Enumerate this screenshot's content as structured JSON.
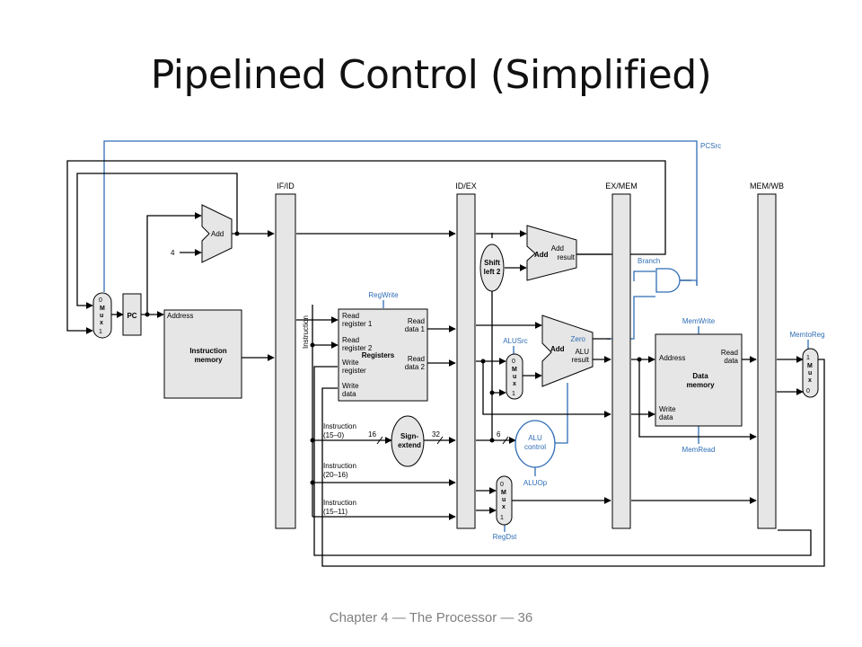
{
  "slide": {
    "title": "Pipelined Control (Simplified)",
    "footer": "Chapter 4 — The Processor — 36"
  },
  "colors": {
    "wire": "#000000",
    "control": "#2f6db5",
    "unit_fill": "#e6e6e6",
    "background": "#ffffff"
  },
  "diagram": {
    "pipeline_registers": [
      "IF/ID",
      "ID/EX",
      "EX/MEM",
      "MEM/WB"
    ],
    "mux_labels": {
      "sel0": "0",
      "sel1": "1",
      "m": "M",
      "u": "u",
      "x": "x"
    },
    "pc": "PC",
    "const_four": "4",
    "adder_pc": "Add",
    "instruction_memory": {
      "address": "Address",
      "name_line1": "Instruction",
      "name_line2": "memory"
    },
    "instruction_bus": "Instruction",
    "registers": {
      "name": "Registers",
      "read_reg1": [
        "Read",
        "register 1"
      ],
      "read_reg2": [
        "Read",
        "register 2"
      ],
      "write_reg": [
        "Write",
        "register"
      ],
      "write_data": [
        "Write",
        "data"
      ],
      "read_data1": [
        "Read",
        "data 1"
      ],
      "read_data2": [
        "Read",
        "data 2"
      ]
    },
    "shift_left": [
      "Shift",
      "left 2"
    ],
    "branch_adder": {
      "name": "Add",
      "result": [
        "Add",
        "result"
      ]
    },
    "sign_extend": [
      "Sign-",
      "extend"
    ],
    "bus_16": "16",
    "bus_32": "32",
    "bus_6": "6",
    "alu": {
      "name": "Add",
      "zero": "Zero",
      "result": [
        "ALU",
        "result"
      ]
    },
    "alu_control": [
      "ALU",
      "control"
    ],
    "data_memory": {
      "address": "Address",
      "read_data": [
        "Read",
        "data"
      ],
      "write_data": [
        "Write",
        "data"
      ],
      "name_line1": "Data",
      "name_line2": "memory"
    },
    "instr_fields": {
      "f15_0": [
        "Instruction",
        "(15–0)"
      ],
      "f20_16": [
        "Instruction",
        "(20–16)"
      ],
      "f15_11": [
        "Instruction",
        "(15–11)"
      ]
    },
    "control_signals": {
      "pcsrc": "PCSrc",
      "regwrite": "RegWrite",
      "branch": "Branch",
      "alusrc": "ALUSrc",
      "memwrite": "MemWrite",
      "memtoreg": "MemtoReg",
      "memread": "MemRead",
      "aluop": "ALUOp",
      "regdst": "RegDst"
    }
  }
}
